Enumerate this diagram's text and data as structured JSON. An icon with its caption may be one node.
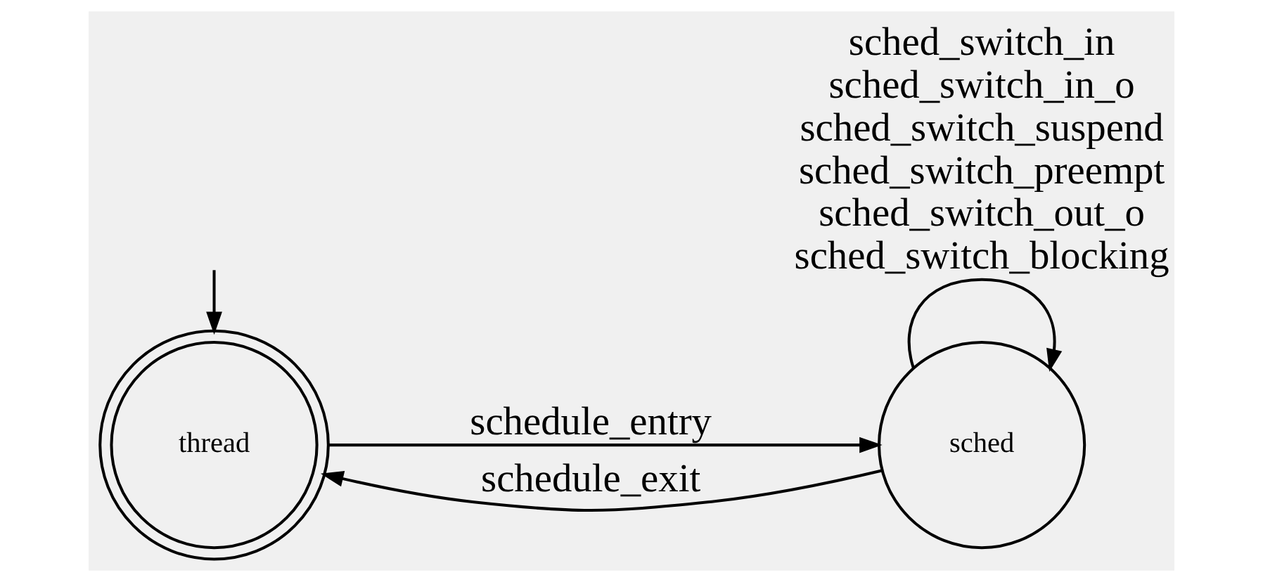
{
  "diagram": {
    "nodes": [
      {
        "text": [
          "thread"
        ]
      },
      {
        "text": [
          "sched"
        ]
      }
    ],
    "edges": [
      {
        "from": null,
        "to": 0,
        "arrow": "to"
      },
      {
        "from": 0,
        "to": 1,
        "arrow": "to",
        "label": "schedule_entry"
      },
      {
        "from": 1,
        "to": 0,
        "arrow": "to",
        "label": "schedule_exit"
      },
      {
        "from": 1,
        "to": 1,
        "arrow": "to",
        "label": "sched_switch_in sched_switch_in_o sched_switch_suspend sched_switch_preempt sched_switch_out_o sched_switch_blocking"
      }
    ]
  }
}
